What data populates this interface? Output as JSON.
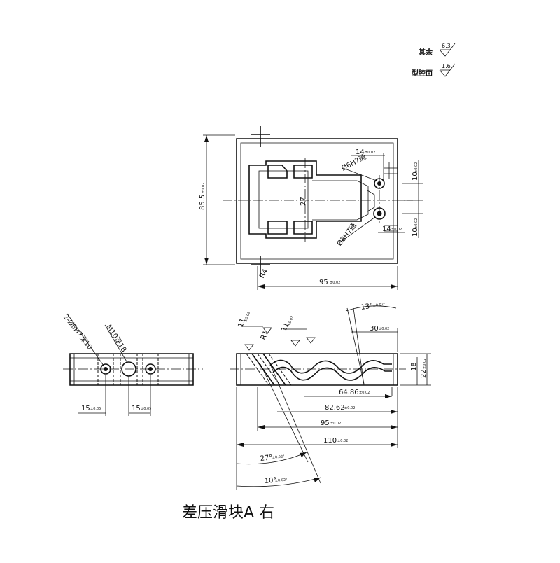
{
  "title": "差压滑块A 右",
  "roughness": [
    {
      "label": "其余",
      "value": "6.3"
    },
    {
      "label": "型腔面",
      "value": "1.6"
    }
  ],
  "top_view": {
    "height_dim": "85.5",
    "height_tol": "±0.02",
    "width_dim": "95",
    "width_tol": "±0.02",
    "radius": "R4",
    "center_label": "27",
    "dim_14_top": "14",
    "dim_14_top_tol": "±0.02",
    "dim_14_bot": "14",
    "dim_14_bot_tol": "±0.02",
    "dim_10_top": "10",
    "dim_10_top_tol": "±0.02",
    "dim_10_bot": "10",
    "dim_10_bot_tol": "±0.02",
    "hole_top": "Ø6H7通",
    "hole_bot": "Ø8H7通"
  },
  "side_view": {
    "hole_note": "2-Ø6H7深10",
    "thread_note": "M10深18",
    "dim_15_left": "15",
    "dim_15_left_tol": "±0.05",
    "dim_15_right": "15",
    "dim_15_right_tol": "±0.05"
  },
  "front_view": {
    "angle_13": "13°",
    "angle_13_tol": "±0.02°",
    "dim_30": "30",
    "dim_30_tol": "±0.02",
    "dim_11_a": "11",
    "dim_11_a_tol": "±0.02",
    "dim_11_b": "11",
    "dim_11_b_tol": "±0.02",
    "radius": "R1",
    "dim_18": "18",
    "dim_22": "22",
    "dim_22_tol": "±0.02",
    "dim_6486": "64.86",
    "dim_6486_tol": "±0.02",
    "dim_8262": "82.62",
    "dim_8262_tol": "±0.02",
    "dim_95": "95",
    "dim_95_tol": "±0.02",
    "dim_110": "110",
    "dim_110_tol": "±0.02",
    "angle_27": "27°",
    "angle_27_tol": "±0.02°",
    "angle_10": "10°",
    "angle_10_tol": "±0.02°"
  }
}
